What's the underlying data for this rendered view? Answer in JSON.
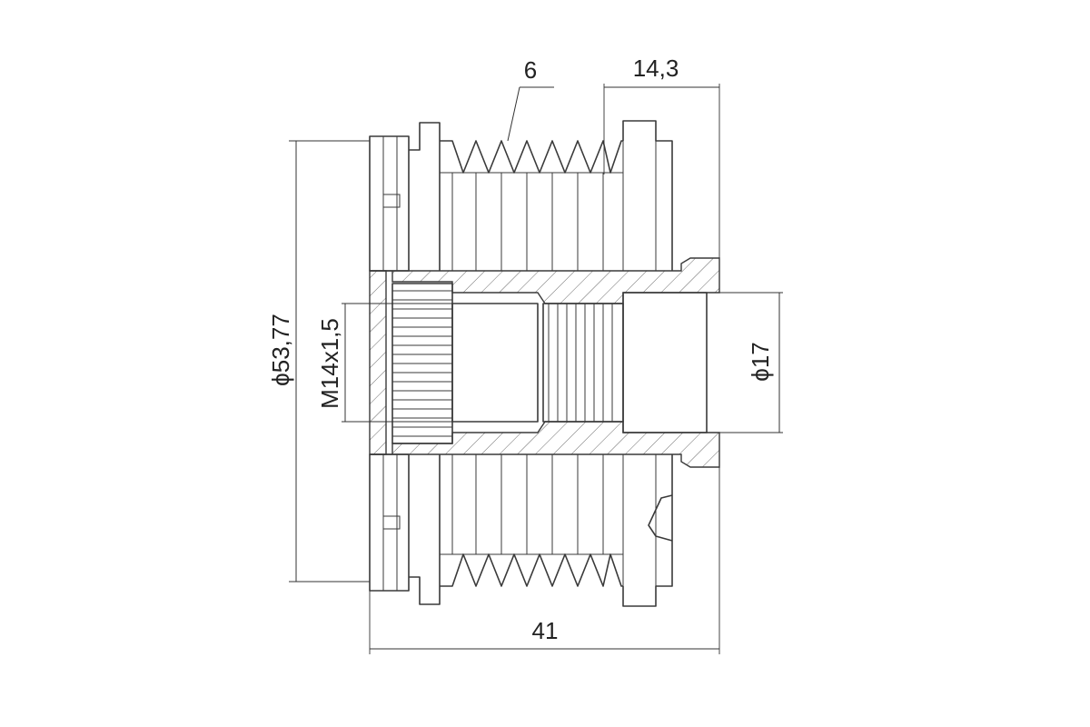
{
  "drawing": {
    "dimensions": {
      "groove_count": "6",
      "hub_length": "14,3",
      "overall_length": "41",
      "outer_diameter": "ϕ53,77",
      "thread": "M14x1,5",
      "bore_diameter": "ϕ17"
    },
    "colors": {
      "line": "#3a3a3a",
      "background": "#ffffff"
    }
  }
}
